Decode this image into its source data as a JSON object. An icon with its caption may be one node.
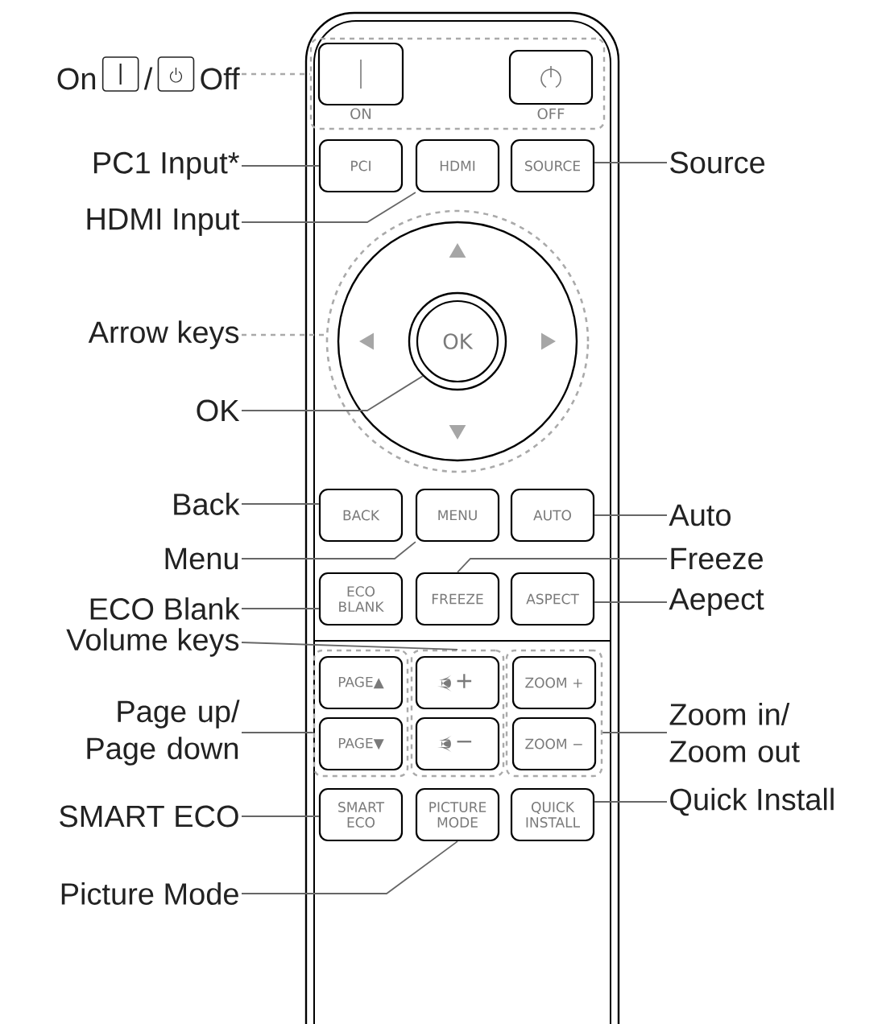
{
  "diagram": {
    "nodes": [
      {
        "text": [
          "On",
          "/",
          "Off"
        ]
      },
      {
        "text": [],
        "shape": "box"
      },
      {
        "text": [
          "ON"
        ],
        "in": 1
      },
      {
        "text": [
          "OFF"
        ],
        "in": 1
      },
      {
        "text": [
          "PC1 Input*"
        ]
      },
      {
        "text": [
          "PCI"
        ]
      },
      {
        "text": [
          "HDMI"
        ]
      },
      {
        "text": [
          "SOURCE"
        ]
      },
      {
        "text": [
          "Source"
        ]
      },
      {
        "text": [
          "HDMI Input"
        ]
      },
      {
        "text": [
          "Arrow keys"
        ]
      },
      {
        "text": [],
        "shape": "circle"
      },
      {
        "text": [
          "OK"
        ],
        "in": 11
      },
      {
        "text": [
          "OK"
        ]
      },
      {
        "text": [
          "Back"
        ]
      },
      {
        "text": [
          "BACK"
        ]
      },
      {
        "text": [
          "MENU"
        ]
      },
      {
        "text": [
          "AUTO"
        ]
      },
      {
        "text": [
          "Auto"
        ]
      },
      {
        "text": [
          "Menu"
        ]
      },
      {
        "text": [
          "Freeze"
        ]
      },
      {
        "text": [
          "ECO Blank"
        ]
      },
      {
        "text": [
          "ECO BLANK"
        ]
      },
      {
        "text": [
          "FREEZE"
        ]
      },
      {
        "text": [
          "ASPECT"
        ]
      },
      {
        "text": [
          "Aepect"
        ]
      },
      {
        "text": [
          "Volume keys"
        ]
      },
      {
        "text": [
          "Page up/ Page down"
        ]
      },
      {
        "text": [],
        "shape": "box"
      },
      {
        "text": [
          "PAGE▲"
        ],
        "in": 28
      },
      {
        "text": [
          "PAGE▼"
        ],
        "in": 28
      },
      {
        "text": [],
        "shape": "box"
      },
      {
        "text": [
          "+"
        ],
        "in": 31
      },
      {
        "text": [
          "−"
        ],
        "in": 31
      },
      {
        "text": [],
        "shape": "box"
      },
      {
        "text": [
          "ZOOM +"
        ],
        "in": 34
      },
      {
        "text": [
          "ZOOM −"
        ],
        "in": 34
      },
      {
        "text": [
          "Zoom in/ Zoom out"
        ]
      },
      {
        "text": [
          "SMART ECO"
        ]
      },
      {
        "text": [
          "SMART ECO"
        ]
      },
      {
        "text": [
          "PICTURE MODE"
        ]
      },
      {
        "text": [
          "QUICK INSTALL"
        ]
      },
      {
        "text": [
          "Quick Install"
        ]
      },
      {
        "text": [
          "Picture Mode"
        ]
      }
    ],
    "edges": [
      {
        "from": 0,
        "to": 1,
        "arrow": "none",
        "style": "dashed"
      },
      {
        "from": 4,
        "to": 5,
        "arrow": "none"
      },
      {
        "from": 8,
        "to": 7,
        "arrow": "none"
      },
      {
        "from": 9,
        "to": 6,
        "arrow": "none"
      },
      {
        "from": 10,
        "to": 11,
        "arrow": "none",
        "style": "dashed"
      },
      {
        "from": 13,
        "to": 12,
        "arrow": "none"
      },
      {
        "from": 14,
        "to": 15,
        "arrow": "none"
      },
      {
        "from": 18,
        "to": 17,
        "arrow": "none"
      },
      {
        "from": 19,
        "to": 16,
        "arrow": "none"
      },
      {
        "from": 20,
        "to": 23,
        "arrow": "none"
      },
      {
        "from": 21,
        "to": 22,
        "arrow": "none"
      },
      {
        "from": 25,
        "to": 24,
        "arrow": "none"
      },
      {
        "from": 26,
        "to": 31,
        "arrow": "none"
      },
      {
        "from": 27,
        "to": 28,
        "arrow": "none"
      },
      {
        "from": 37,
        "to": 34,
        "arrow": "none"
      },
      {
        "from": 38,
        "to": 39,
        "arrow": "none"
      },
      {
        "from": 42,
        "to": 41,
        "arrow": "none"
      },
      {
        "from": 43,
        "to": 40,
        "arrow": "none"
      }
    ]
  }
}
